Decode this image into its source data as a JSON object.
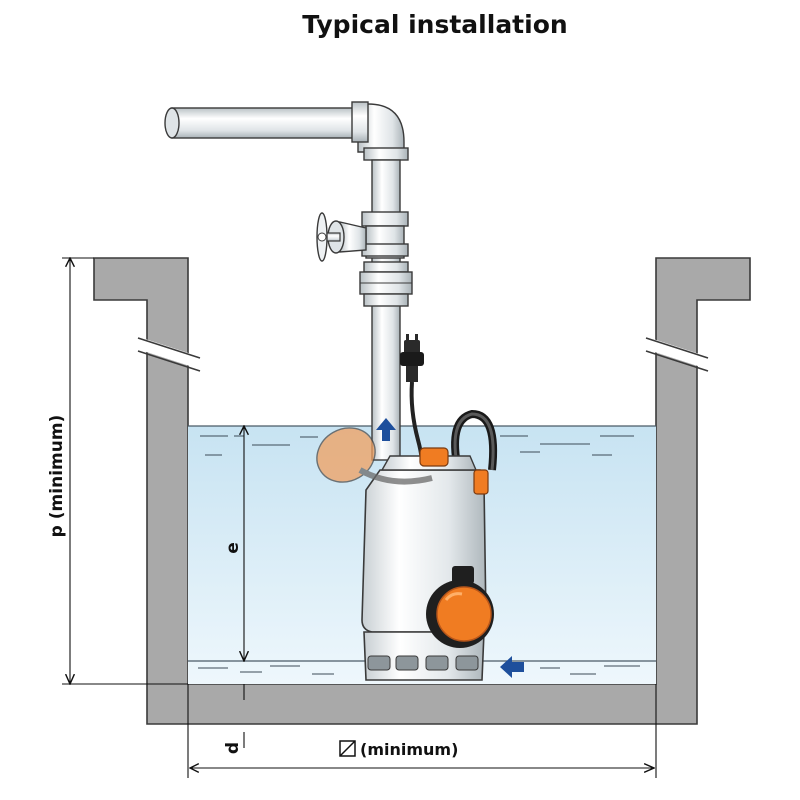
{
  "title": "Typical installation",
  "labels": {
    "p": "p (minimum)",
    "e": "e",
    "d": "d",
    "width": "(minimum)"
  },
  "icons": {
    "diameter_symbol": "square-with-diagonal-icon",
    "outlet_arrow": "blue-up-arrow-icon",
    "inlet_arrow": "blue-left-arrow-icon"
  },
  "colors": {
    "wall": "#a9a9a9",
    "water_top": "#c7e3f2",
    "water_bottom": "#e7f3fa",
    "pipe": "#e9eced",
    "float_orange": "#f07c22",
    "arrow_blue": "#1e4f9c"
  }
}
